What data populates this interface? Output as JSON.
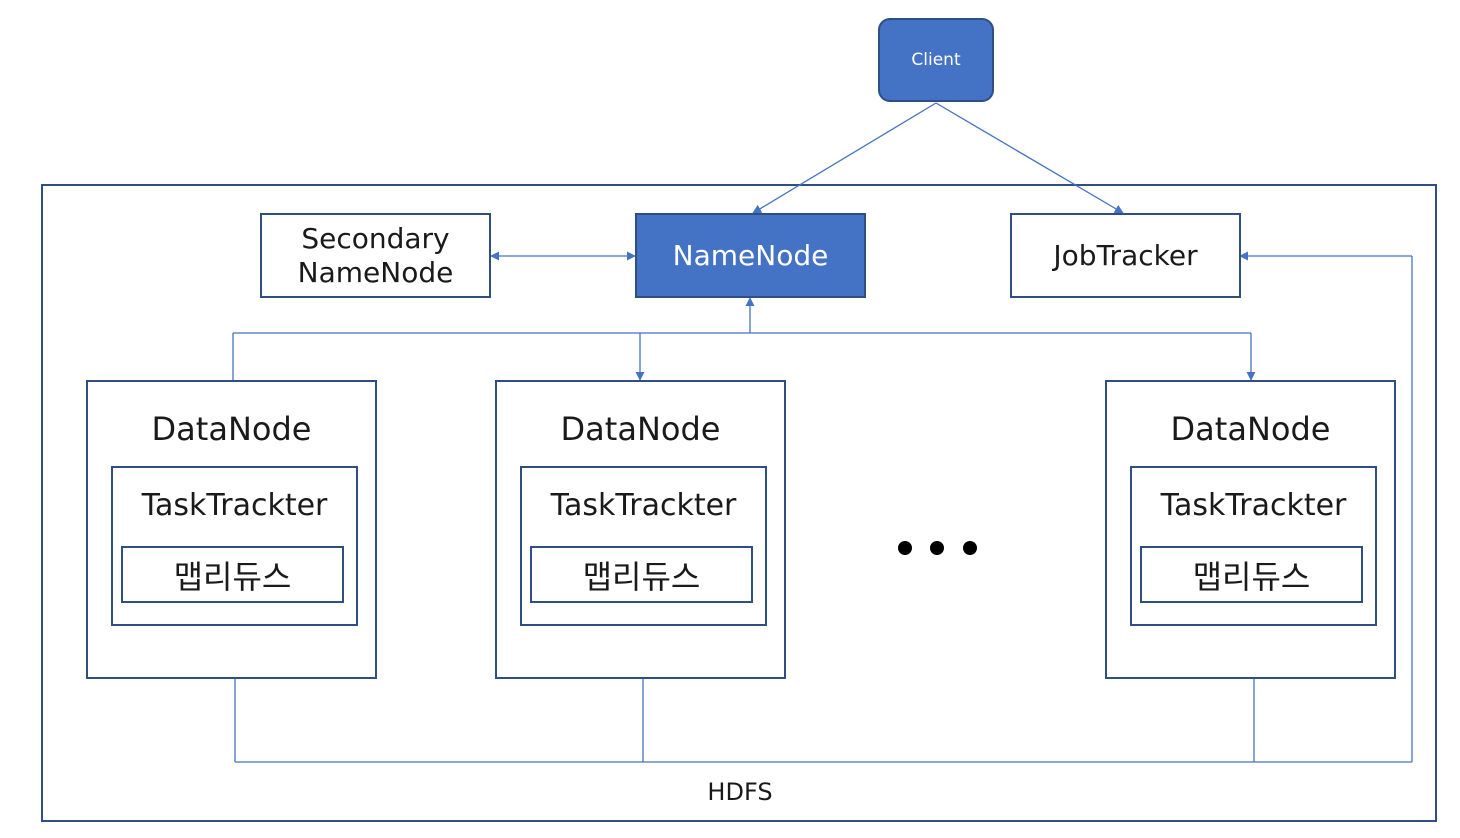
{
  "client": {
    "label": "Client"
  },
  "cluster": {
    "label": "HDFS"
  },
  "secondary_namenode": {
    "line1": "Secondary",
    "line2": "NameNode"
  },
  "namenode": {
    "label": "NameNode"
  },
  "jobtracker": {
    "label": "JobTracker"
  },
  "datanodes": [
    {
      "title": "DataNode",
      "tasktracker": "TaskTrackter",
      "mapreduce": "맵리듀스"
    },
    {
      "title": "DataNode",
      "tasktracker": "TaskTrackter",
      "mapreduce": "맵리듀스"
    },
    {
      "title": "DataNode",
      "tasktracker": "TaskTrackter",
      "mapreduce": "맵리듀스"
    }
  ],
  "colors": {
    "primary_fill": "#4472c4",
    "border": "#2f4f82",
    "connector": "#4472c4"
  }
}
